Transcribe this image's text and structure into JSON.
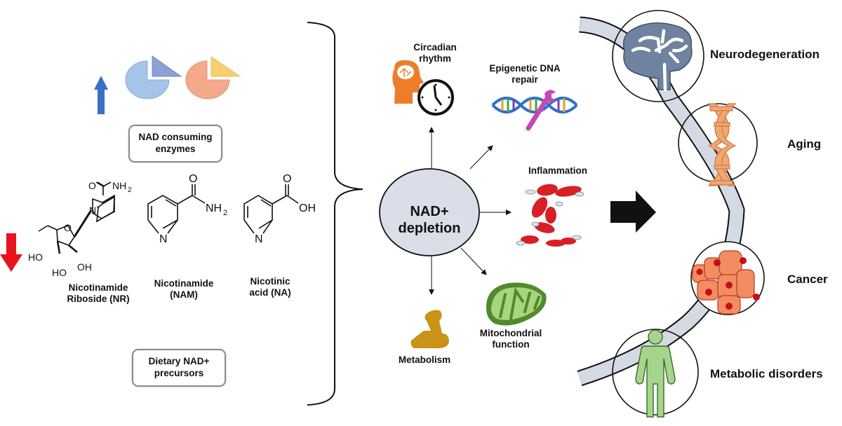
{
  "left_panel": {
    "consuming_box": {
      "line1": "NAD consuming",
      "line2": "enzymes"
    },
    "precursor_box": {
      "line1": "Dietary NAD+",
      "line2": "precursors"
    },
    "up_arrow": {
      "direction": "up",
      "color": "#3a6fc7"
    },
    "down_arrow": {
      "direction": "down",
      "color": "#e8141b"
    },
    "molecules": [
      {
        "line1": "Nicotinamide",
        "line2": "Riboside (NR)",
        "atoms": {
          "carbonyl_o": "O",
          "amide": "NH",
          "amide_sub": "2",
          "ring_n": "N",
          "charge": "+",
          "ring_o": "O",
          "oh1": "HO",
          "oh2": "HO",
          "oh3": "OH"
        }
      },
      {
        "line1": "Nicotinamide",
        "line2": "(NAM)",
        "atoms": {
          "carbonyl_o": "O",
          "amide": "NH",
          "amide_sub": "2",
          "ring_n": "N"
        }
      },
      {
        "line1": "Nicotinic",
        "line2": "acid (NA)",
        "atoms": {
          "carbonyl_o": "O",
          "acid": "OH",
          "ring_n": "N"
        }
      }
    ]
  },
  "center": {
    "hub": {
      "line1": "NAD+",
      "line2": "depletion",
      "color": "#d9dee8"
    },
    "effects": [
      {
        "id": "circadian",
        "line1": "Circadian",
        "line2": "rhythm"
      },
      {
        "id": "epigenetic",
        "line1": "Epigenetic DNA",
        "line2": "repair"
      },
      {
        "id": "inflammation",
        "line1": "Inflammation",
        "line2": ""
      },
      {
        "id": "mitochondrial",
        "line1": "Mitochondrial",
        "line2": "function"
      },
      {
        "id": "metabolism",
        "line1": "Metabolism",
        "line2": ""
      }
    ]
  },
  "right_panel": {
    "outcomes": [
      {
        "id": "neurodegeneration",
        "label": "Neurodegeneration"
      },
      {
        "id": "aging",
        "label": "Aging"
      },
      {
        "id": "cancer",
        "label": "Cancer"
      },
      {
        "id": "metabolic",
        "label": "Metabolic disorders"
      }
    ]
  },
  "colors": {
    "brain_head": "#ee7d2b",
    "dna_blue": "#2e6fce",
    "wrench": "#c548b5",
    "rbc": "#d81f26",
    "mito_dark": "#4f8a2b",
    "mito_light": "#a8d47f",
    "muscle": "#c89316",
    "brain_gray": "#6f83a0",
    "dna_orange": "#f0a873",
    "cell_orange": "#f48c62",
    "nucleus": "#c4101a",
    "person_green": "#a6d48d",
    "path_gray": "#d4dae3"
  }
}
